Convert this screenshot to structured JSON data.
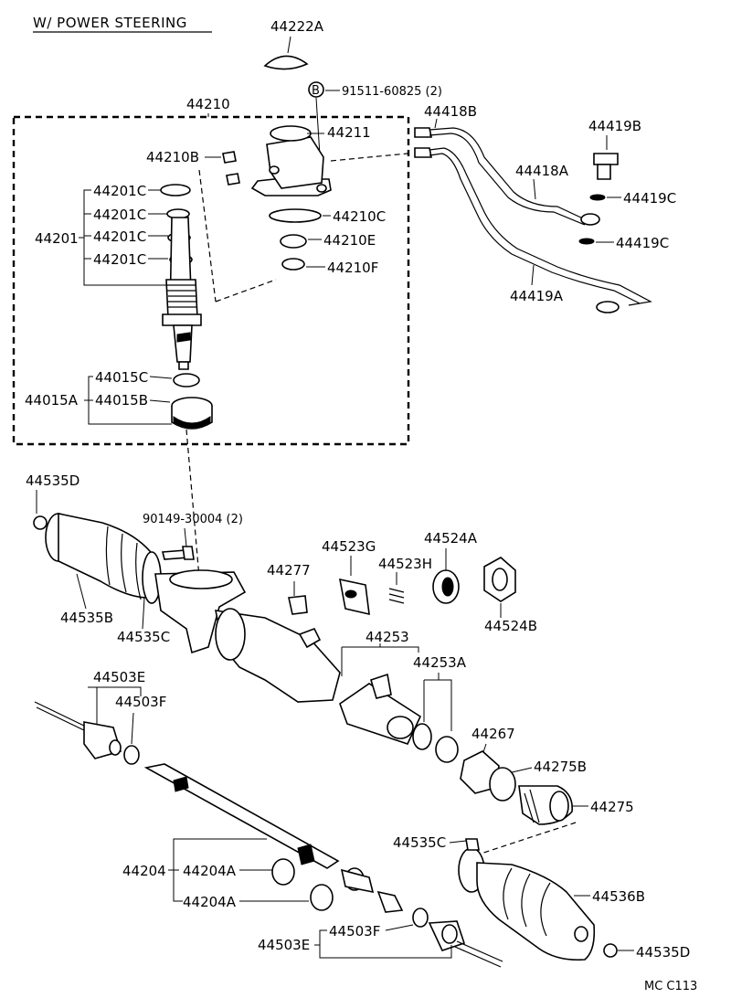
{
  "header": {
    "title": "W/ POWER STEERING"
  },
  "footer": {
    "code": "MC C113"
  },
  "legend": {
    "bolt_symbol": "B"
  },
  "labels": {
    "p44222A": "44222A",
    "p91511": "91511-60825 (2)",
    "p44210": "44210",
    "p44211": "44211",
    "p44210B": "44210B",
    "p44201C_1": "44201C",
    "p44201C_2": "44201C",
    "p44201": "44201",
    "p44201C_3": "44201C",
    "p44201C_4": "44201C",
    "p44210C": "44210C",
    "p44210E": "44210E",
    "p44210F": "44210F",
    "p44418B": "44418B",
    "p44419B": "44419B",
    "p44418A": "44418A",
    "p44419C_1": "44419C",
    "p44419C_2": "44419C",
    "p44419A": "44419A",
    "p44015C": "44015C",
    "p44015A": "44015A",
    "p44015B": "44015B",
    "p44535D_top": "44535D",
    "p90149": "90149-30004 (2)",
    "p44523G": "44523G",
    "p44524A": "44524A",
    "p44277": "44277",
    "p44523H": "44523H",
    "p44535B": "44535B",
    "p44535C_top": "44535C",
    "p44524B": "44524B",
    "p44253": "44253",
    "p44253A": "44253A",
    "p44503E_top": "44503E",
    "p44503F_top": "44503F",
    "p44267": "44267",
    "p44275B": "44275B",
    "p44275": "44275",
    "p44535C_bot": "44535C",
    "p44204": "44204",
    "p44204A_1": "44204A",
    "p44536B": "44536B",
    "p44204A_2": "44204A",
    "p44503F_bot": "44503F",
    "p44503E_bot": "44503E",
    "p44535D_bot": "44535D"
  }
}
